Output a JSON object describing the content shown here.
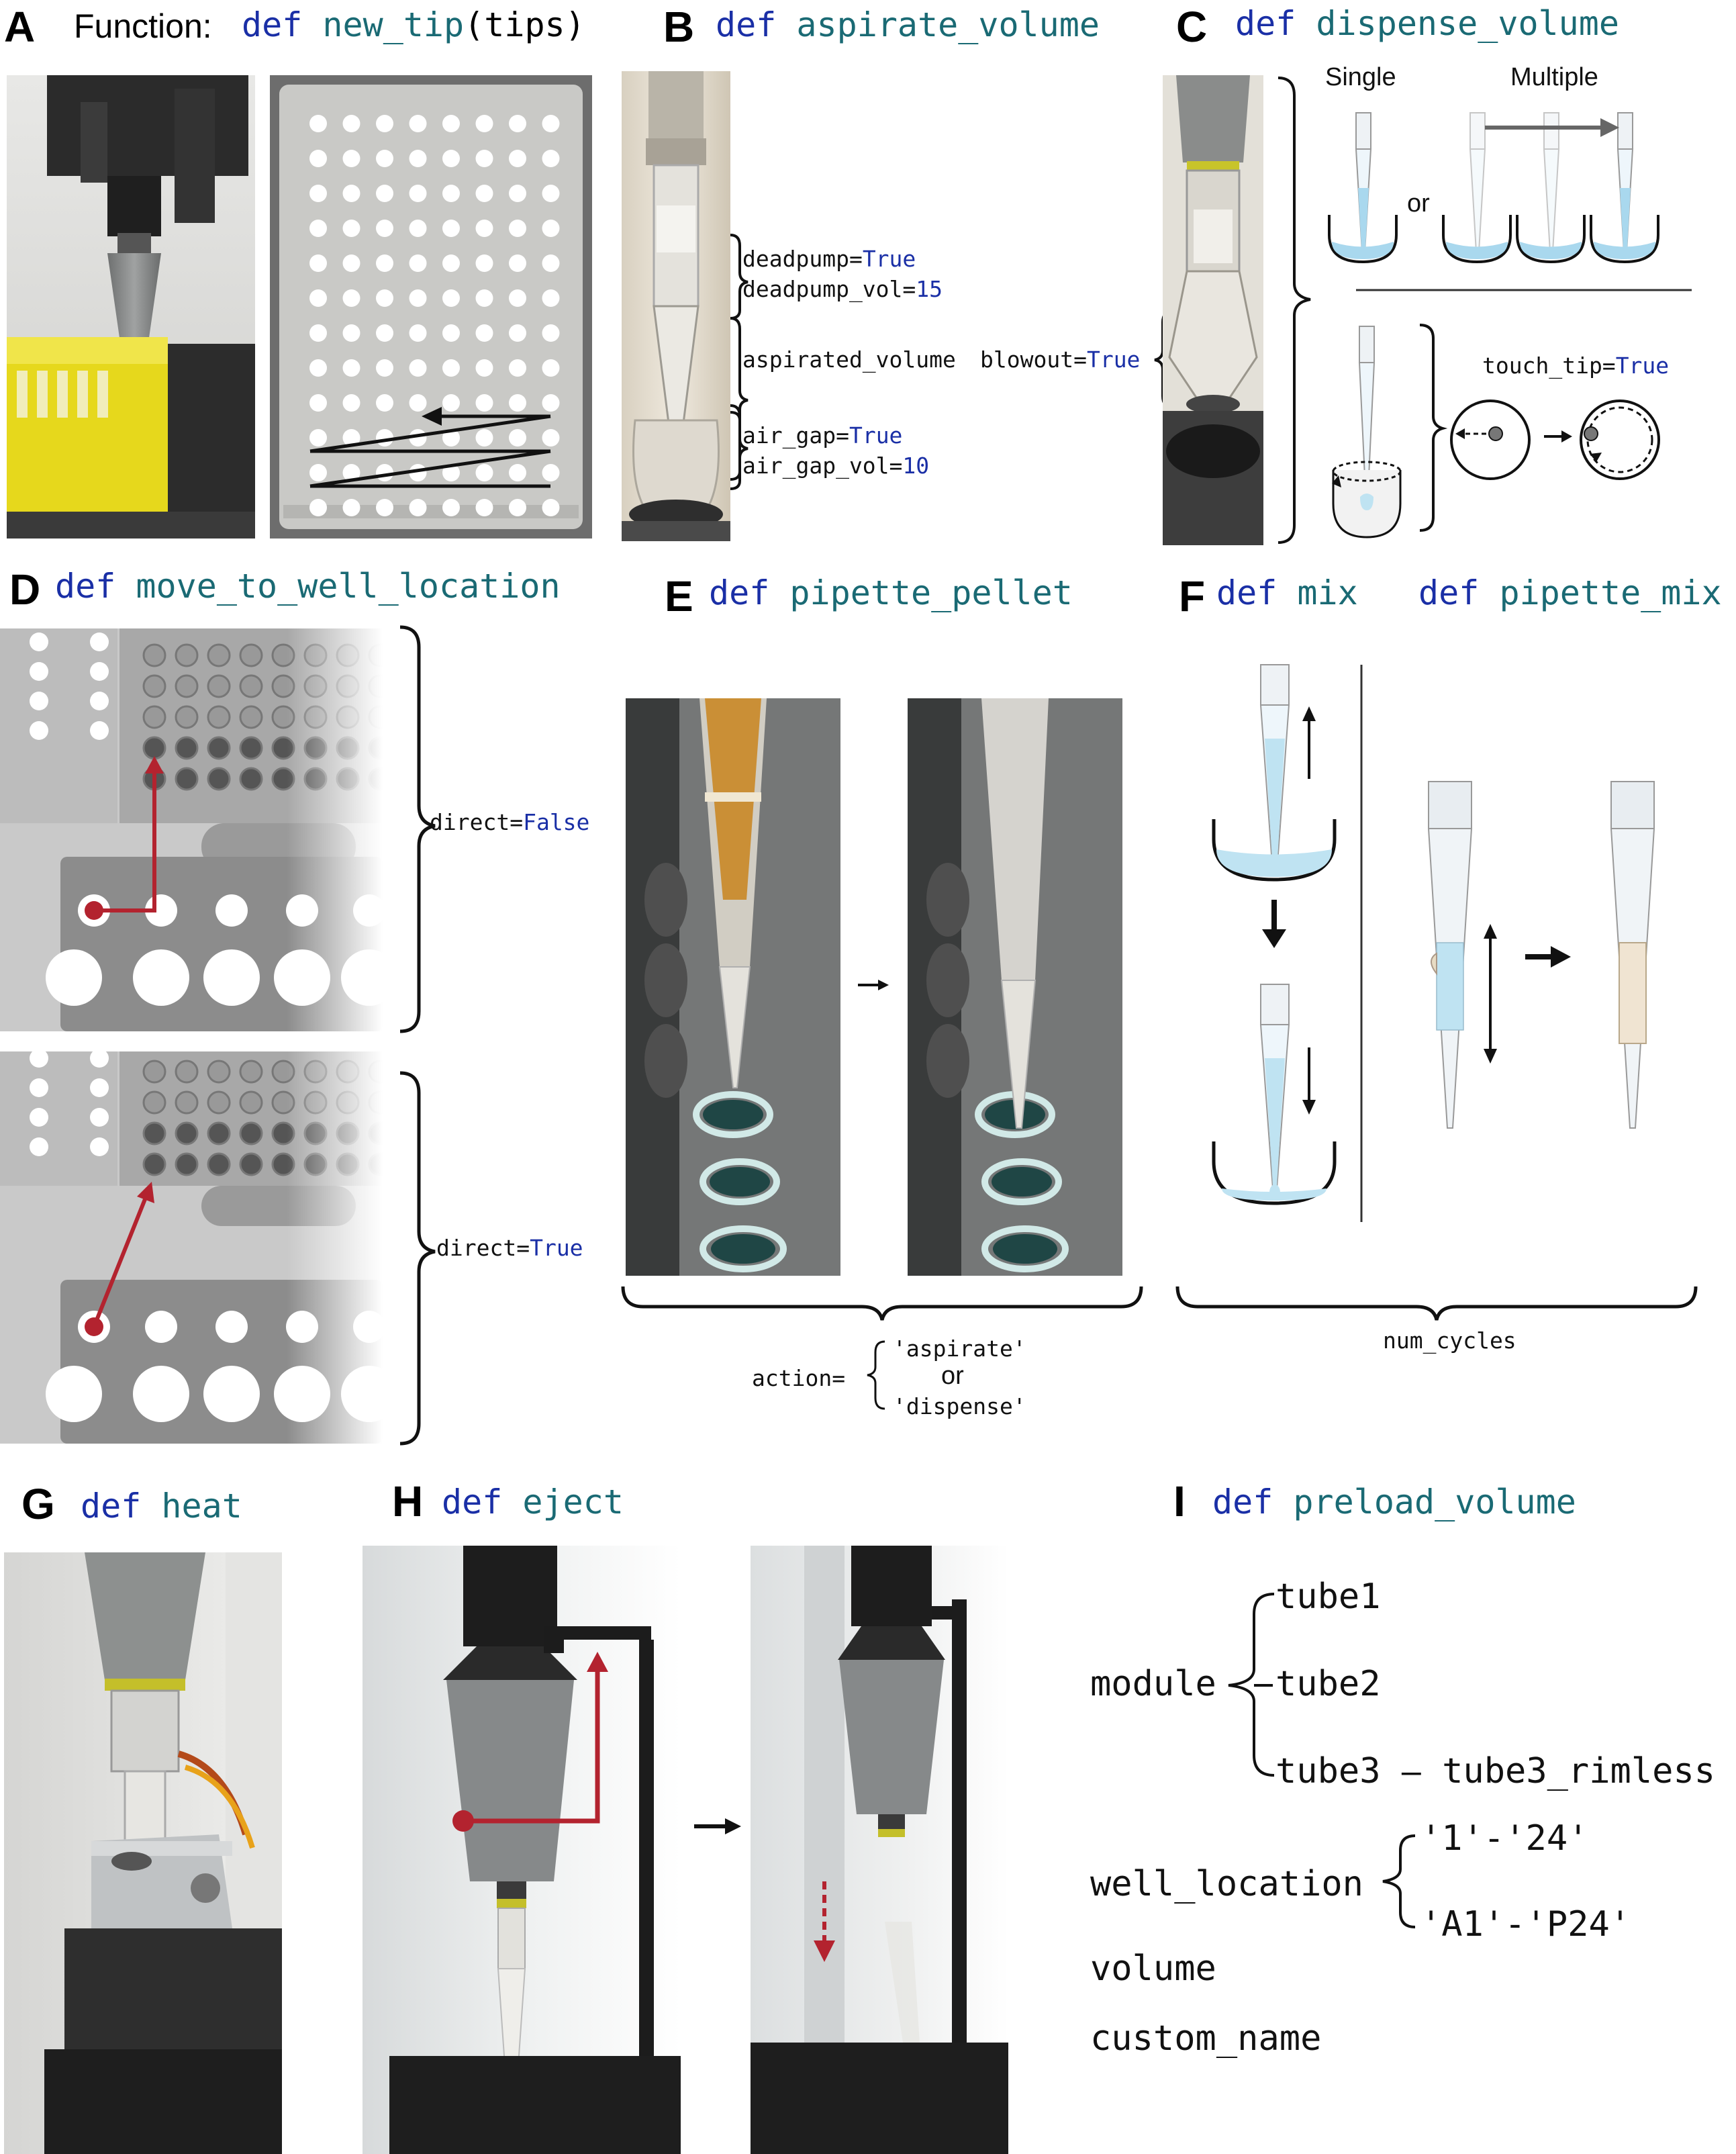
{
  "panels": {
    "A": {
      "letter": "A",
      "prefix": "Function:",
      "kw": "def",
      "fn": "new_tip",
      "args": "(tips)"
    },
    "B": {
      "letter": "B",
      "kw": "def",
      "fn": "aspirate_volume",
      "labels": {
        "deadpump_key": "deadpump=",
        "deadpump_val": "True",
        "deadpump_vol_key": "deadpump_vol=",
        "deadpump_vol_val": "15",
        "aspirated_volume": "aspirated_volume",
        "blowout_key": "blowout=",
        "blowout_val": "True",
        "air_gap_key": "air_gap=",
        "air_gap_val": "True",
        "air_gap_vol_key": "air_gap_vol=",
        "air_gap_vol_val": "10"
      }
    },
    "C": {
      "letter": "C",
      "kw": "def",
      "fn": "dispense_volume",
      "single": "Single",
      "multiple": "Multiple",
      "or": "or",
      "touch_tip_key": "touch_tip=",
      "touch_tip_val": "True"
    },
    "D": {
      "letter": "D",
      "kw": "def",
      "fn": "move_to_well_location",
      "direct_false_key": "direct=",
      "direct_false_val": "False",
      "direct_true_key": "direct=",
      "direct_true_val": "True"
    },
    "E": {
      "letter": "E",
      "kw": "def",
      "fn": "pipette_pellet",
      "action_key": "action=",
      "aspirate": "'aspirate'",
      "or": "or",
      "dispense": "'dispense'"
    },
    "F": {
      "letter": "F",
      "kw1": "def",
      "fn1": "mix",
      "kw2": "def",
      "fn2": "pipette_mix",
      "num_cycles": "num_cycles"
    },
    "G": {
      "letter": "G",
      "kw": "def",
      "fn": "heat"
    },
    "H": {
      "letter": "H",
      "kw": "def",
      "fn": "eject"
    },
    "I": {
      "letter": "I",
      "kw": "def",
      "fn": "preload_volume",
      "module": "module",
      "tube1": "tube1",
      "tube2": "tube2",
      "tube3": "tube3",
      "dash": "–",
      "tube3_rimless": "tube3_rimless",
      "well_location": "well_location",
      "range1": "'1'-'24'",
      "range2": "'A1'-'P24'",
      "volume": "volume",
      "custom_name": "custom_name"
    }
  },
  "colors": {
    "keyword": "#1a2fa6",
    "function_name": "#1a6a74",
    "string": "#2a8a3a",
    "arrow_red": "#b3232f",
    "liquid_blue": "#bfe3f2",
    "plate_gray": "#8a8a8a"
  }
}
